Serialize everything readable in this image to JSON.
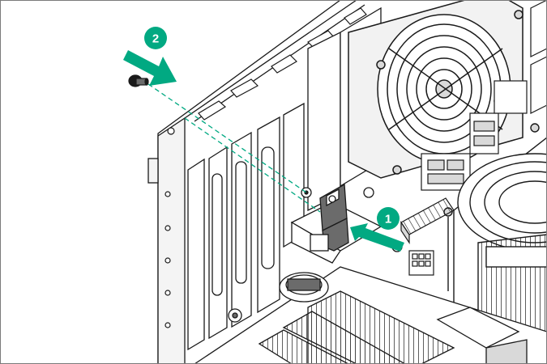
{
  "callouts": [
    {
      "label": "1",
      "description_icon": "arrow-right-green"
    },
    {
      "label": "2",
      "description_icon": "arrow-right-green"
    }
  ],
  "colors": {
    "accent_green": "#01a982",
    "line": "#1a1a1a",
    "gray_fill": "#d9d9d9",
    "dark_fill": "#6b6b6b"
  }
}
